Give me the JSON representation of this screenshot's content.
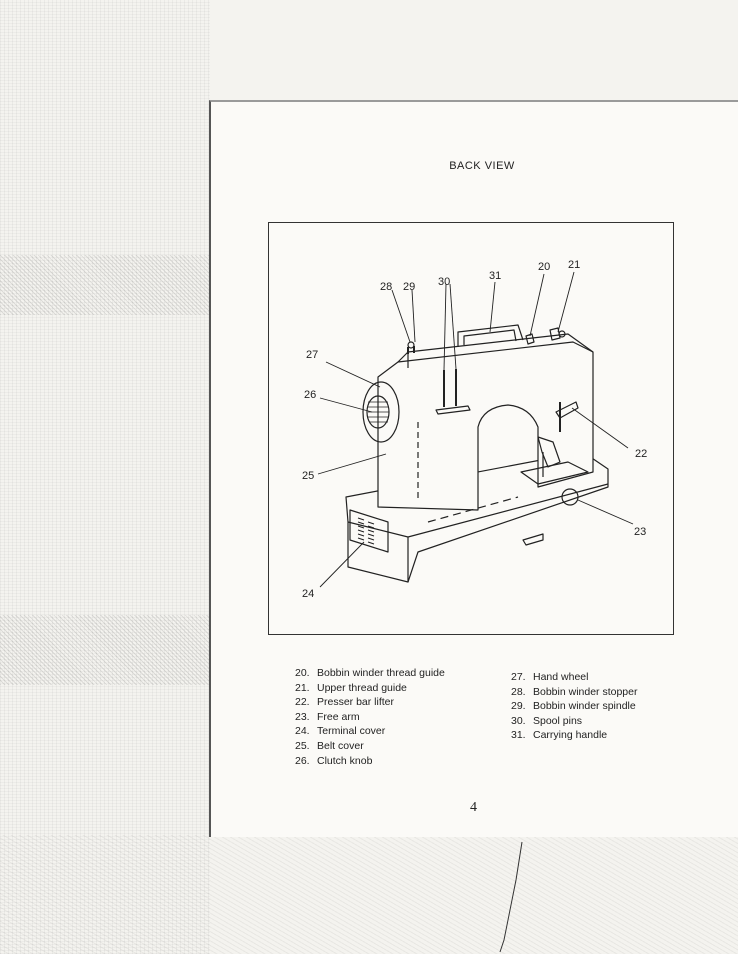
{
  "heading": "BACK VIEW",
  "page_number": "4",
  "callouts": [
    "20",
    "21",
    "22",
    "23",
    "24",
    "25",
    "26",
    "27",
    "28",
    "29",
    "30",
    "31"
  ],
  "parts_col1": [
    {
      "num": "20.",
      "label": "Bobbin winder thread guide"
    },
    {
      "num": "21.",
      "label": "Upper thread guide"
    },
    {
      "num": "22.",
      "label": "Presser bar lifter"
    },
    {
      "num": "23.",
      "label": "Free arm"
    },
    {
      "num": "24.",
      "label": "Terminal cover"
    },
    {
      "num": "25.",
      "label": "Belt cover"
    },
    {
      "num": "26.",
      "label": "Clutch knob"
    }
  ],
  "parts_col2": [
    {
      "num": "27.",
      "label": "Hand wheel"
    },
    {
      "num": "28.",
      "label": "Bobbin winder stopper"
    },
    {
      "num": "29.",
      "label": "Bobbin winder spindle"
    },
    {
      "num": "30.",
      "label": "Spool pins"
    },
    {
      "num": "31.",
      "label": "Carrying handle"
    }
  ]
}
